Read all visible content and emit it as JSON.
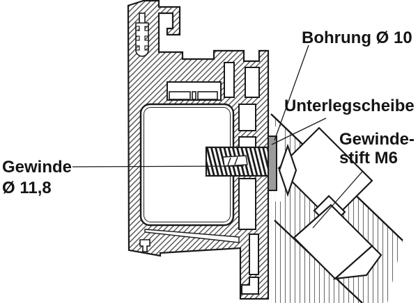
{
  "diagram": {
    "colors": {
      "line": "#1a1a1a",
      "washer": "#9b9b9b",
      "background": "#ffffff",
      "wall_hatch": "#6e6e6e"
    },
    "annotations": [
      {
        "id": "bohrung",
        "text": "Bohrung Ø 10"
      },
      {
        "id": "unterlegscheibe",
        "text": "Unterlegscheibe"
      },
      {
        "id": "gewindestift",
        "text": "Gewinde-\nstift M6"
      },
      {
        "id": "gewinde",
        "text": "Gewinde\nØ 11,8"
      }
    ]
  }
}
